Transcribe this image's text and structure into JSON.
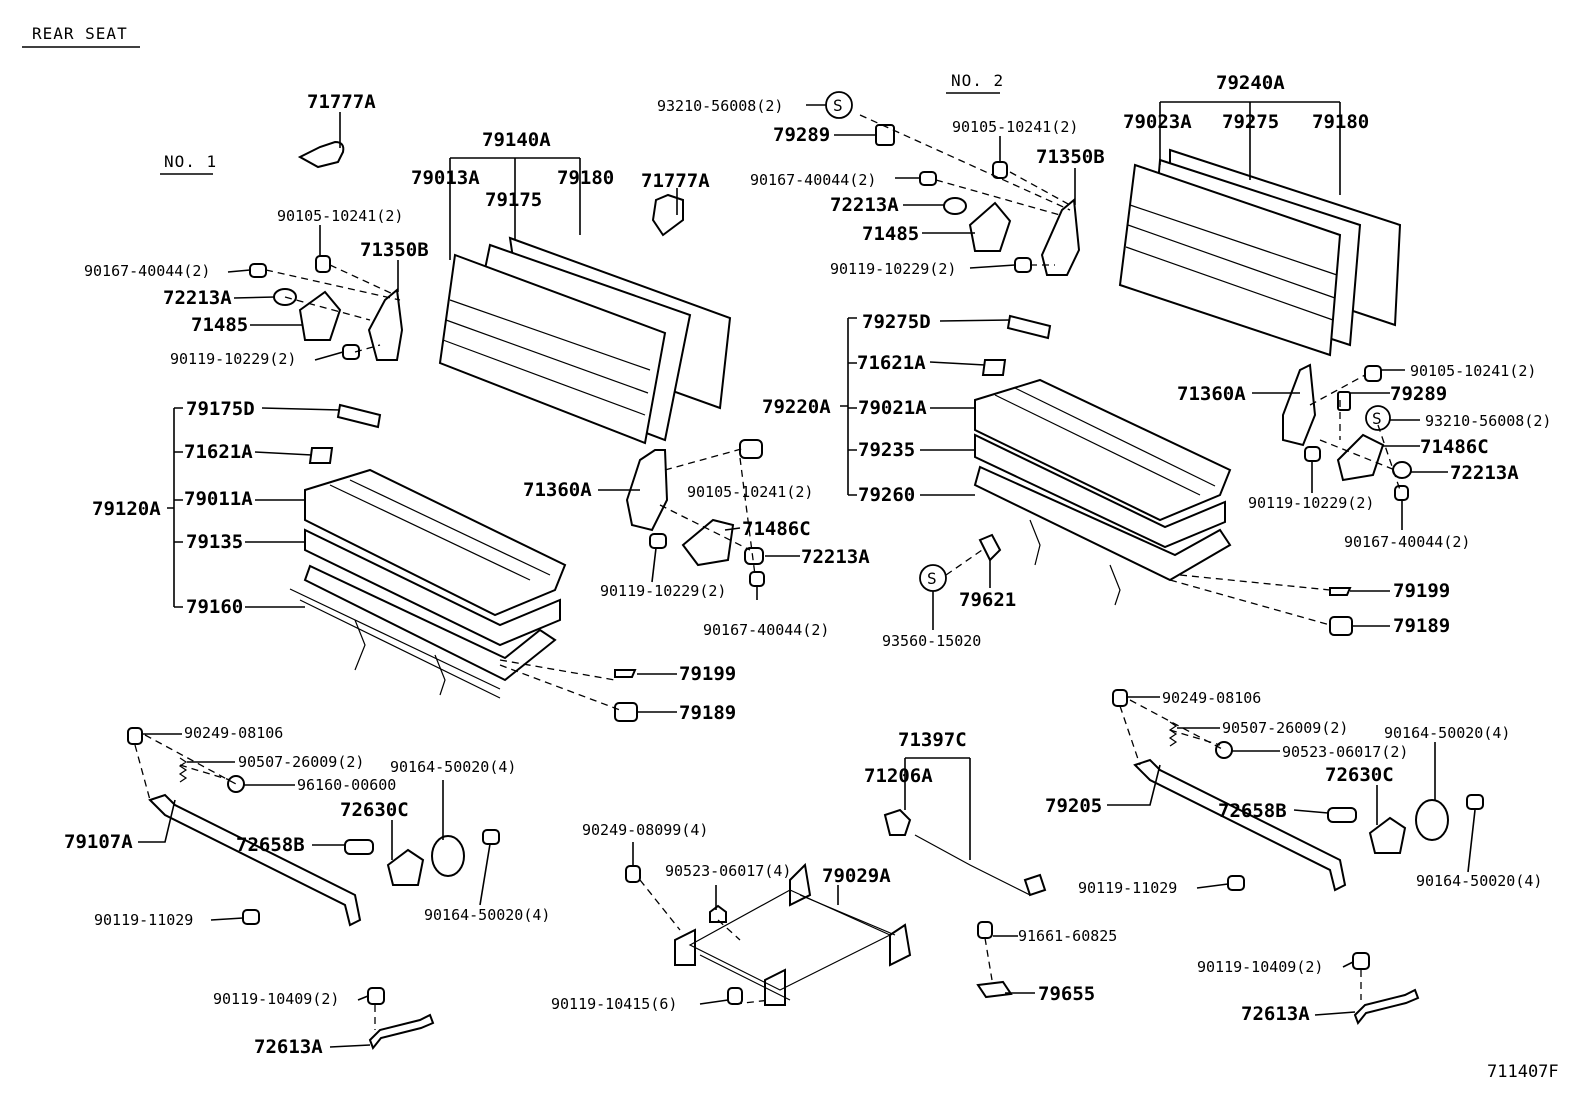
{
  "diagram": {
    "title": "REAR SEAT",
    "section_no1": "NO. 1",
    "section_no2": "NO. 2",
    "figure_code": "711407F",
    "s_symbol": "S",
    "labels": {
      "l_71777A_a": "71777A",
      "l_90105_a": "90105-10241(2)",
      "l_71350B_a": "71350B",
      "l_90167_a": "90167-40044(2)",
      "l_72213A_a": "72213A",
      "l_71485_a": "71485",
      "l_90119_10229_a": "90119-10229(2)",
      "l_79175D": "79175D",
      "l_71621A_a": "71621A",
      "l_79120A": "79120A",
      "l_79011A": "79011A",
      "l_79135": "79135",
      "l_79160": "79160",
      "l_79140A": "79140A",
      "l_79013A": "79013A",
      "l_79175": "79175",
      "l_79180_a": "79180",
      "l_71777A_b": "71777A",
      "l_71360A_a": "71360A",
      "l_90105_b": "90105-10241(2)",
      "l_71486C_a": "71486C",
      "l_72213A_b": "72213A",
      "l_90119_10229_b": "90119-10229(2)",
      "l_90167_b": "90167-40044(2)",
      "l_79199_a": "79199",
      "l_79189_a": "79189",
      "l_93210_a": "93210-56008(2)",
      "l_79289_a": "79289",
      "l_90105_c": "90105-10241(2)",
      "l_71350B_b": "71350B",
      "l_90167_c": "90167-40044(2)",
      "l_72213A_c": "72213A",
      "l_71485_b": "71485",
      "l_90119_10229_c": "90119-10229(2)",
      "l_79240A": "79240A",
      "l_79023A": "79023A",
      "l_79275": "79275",
      "l_79180_b": "79180",
      "l_79275D": "79275D",
      "l_71621A_b": "71621A",
      "l_79220A": "79220A",
      "l_79021A": "79021A",
      "l_79235": "79235",
      "l_79260": "79260",
      "l_93560": "93560-15020",
      "l_79621": "79621",
      "l_90105_d": "90105-10241(2)",
      "l_71360A_b": "71360A",
      "l_79289_b": "79289",
      "l_93210_b": "93210-56008(2)",
      "l_71486C_b": "71486C",
      "l_72213A_d": "72213A",
      "l_90119_10229_d": "90119-10229(2)",
      "l_90167_d": "90167-40044(2)",
      "l_79199_b": "79199",
      "l_79189_b": "79189",
      "l_90249_08106_a": "90249-08106",
      "l_90507_a": "90507-26009(2)",
      "l_96160": "96160-00600",
      "l_90164_a": "90164-50020(4)",
      "l_72630C_a": "72630C",
      "l_79107A": "79107A",
      "l_72658B_a": "72658B",
      "l_90119_11029_a": "90119-11029",
      "l_90164_b": "90164-50020(4)",
      "l_90119_10409_a": "90119-10409(2)",
      "l_72613A_a": "72613A",
      "l_90249_08099": "90249-08099(4)",
      "l_90523_a": "90523-06017(4)",
      "l_79029A": "79029A",
      "l_90119_10415": "90119-10415(6)",
      "l_71397C": "71397C",
      "l_71206A": "71206A",
      "l_91661": "91661-60825",
      "l_79655": "79655",
      "l_90249_08106_b": "90249-08106",
      "l_90507_b": "90507-26009(2)",
      "l_90523_b": "90523-06017(2)",
      "l_90164_c": "90164-50020(4)",
      "l_72630C_b": "72630C",
      "l_79205": "79205",
      "l_72658B_b": "72658B",
      "l_90119_11029_b": "90119-11029",
      "l_90164_d": "90164-50020(4)",
      "l_90119_10409_b": "90119-10409(2)",
      "l_72613A_b": "72613A"
    }
  }
}
